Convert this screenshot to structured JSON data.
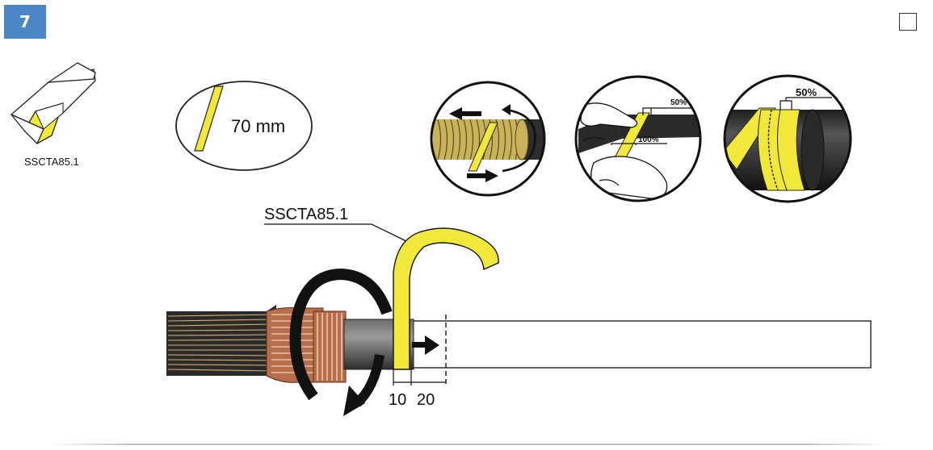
{
  "step": {
    "number": "7"
  },
  "tape_icon": {
    "label": "SSCTA85.1"
  },
  "tape_length": {
    "label": "70 mm"
  },
  "detail_overlap": {
    "top_label": "50%",
    "bottom_label": "100%"
  },
  "detail_overlap_2": {
    "label": "50%"
  },
  "main_figure": {
    "tape_callout": "SSCTA85.1",
    "dim_left": "10",
    "dim_right": "20"
  },
  "colors": {
    "badge": "#4a86c6",
    "tape_yellow": "#f2e83a",
    "copper": "#b86e4b",
    "cable_dark": "#3a3a3a"
  },
  "icons": [
    "tape-roll-icon",
    "rotation-arrow-icon",
    "direction-arrow-icon",
    "checkbox-icon"
  ]
}
